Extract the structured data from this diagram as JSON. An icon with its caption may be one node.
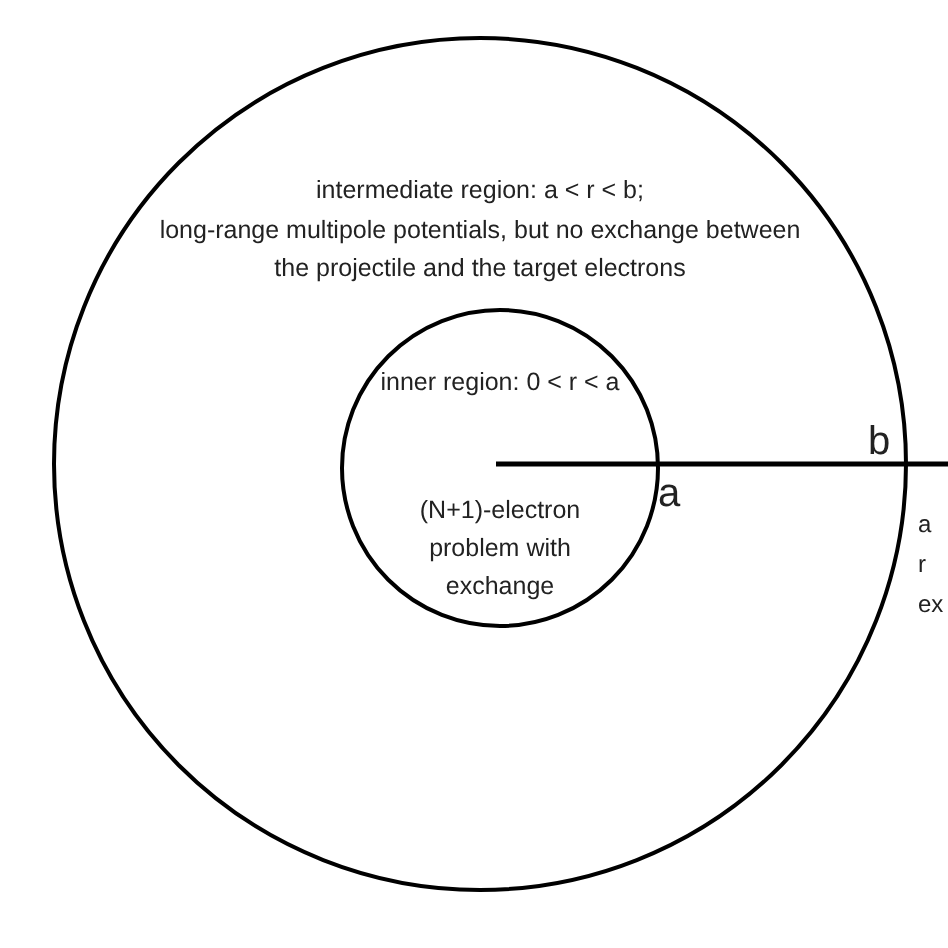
{
  "diagram": {
    "nodes": [
      {
        "text": [
          "intermediate region: a < r < b;",
          "long-range multipole potentials, but no exchange between the projectile and the target electrons"
        ]
      },
      {
        "text": [
          "inner region: 0 < r < a",
          "(N+1)-electron problem with exchange"
        ],
        "in": 0
      }
    ],
    "labels": [
      "b",
      "a",
      "a r ex"
    ]
  }
}
